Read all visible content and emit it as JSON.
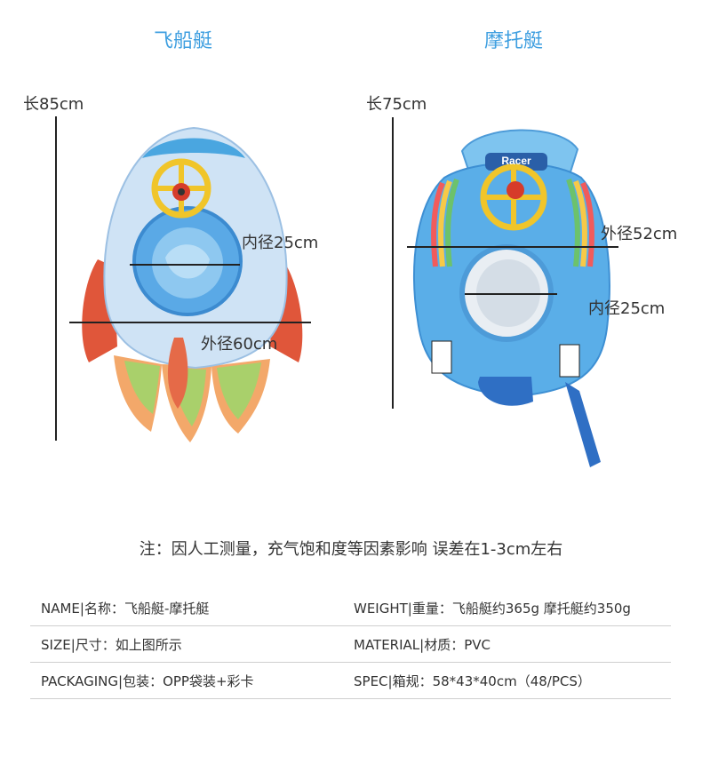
{
  "titles": {
    "left": "飞船艇",
    "right": "摩托艇"
  },
  "rocket": {
    "length": "长85cm",
    "inner_diameter": "内径25cm",
    "outer_diameter": "外径60cm"
  },
  "moto": {
    "length": "长75cm",
    "outer_diameter": "外径52cm",
    "inner_diameter": "内径25cm",
    "badge_text": "Racer"
  },
  "note": "注：因人工测量，充气饱和度等因素影响 误差在1-3cm左右",
  "specs": [
    {
      "left": "NAME|名称：飞船艇-摩托艇",
      "right": "WEIGHT|重量：飞船艇约365g  摩托艇约350g"
    },
    {
      "left": "SIZE|尺寸：如上图所示",
      "right": "MATERIAL|材质：PVC"
    },
    {
      "left": "PACKAGING|包装：OPP袋装+彩卡",
      "right": "SPEC|箱规：58*43*40cm（48/PCS）"
    }
  ]
}
